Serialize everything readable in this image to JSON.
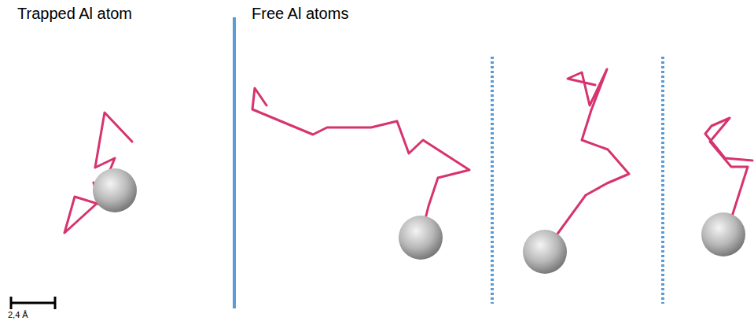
{
  "diagram": {
    "labels": [
      "Trapped Al atom",
      "Free Al atoms",
      "2,4 Å"
    ]
  }
}
